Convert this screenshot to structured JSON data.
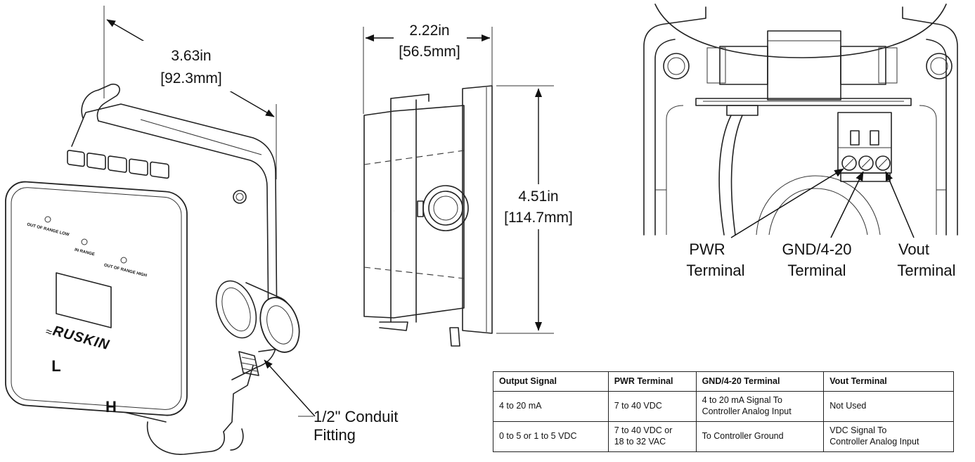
{
  "iso_view": {
    "width_dim": "3.63in",
    "width_dim_metric": "[92.3mm]",
    "led_low_label": "OUT OF RANGE LOW",
    "led_in_label": "IN RANGE",
    "led_high_label": "OUT OF RANGE HIGH",
    "brand": "RUSKIN",
    "port_low": "L",
    "port_high": "H",
    "conduit_callout_line1": "1/2\" Conduit",
    "conduit_callout_line2": "Fitting"
  },
  "side_view": {
    "depth_dim": "2.22in",
    "depth_dim_metric": "[56.5mm]",
    "height_dim": "4.51in",
    "height_dim_metric": "[114.7mm]"
  },
  "terminal_view": {
    "pwr_line1": "PWR",
    "pwr_line2": "Terminal",
    "gnd_line1": "GND/4-20",
    "gnd_line2": "Terminal",
    "vout_line1": "Vout",
    "vout_line2": "Terminal"
  },
  "wiring_table": {
    "headers": [
      "Output Signal",
      "PWR Terminal",
      "GND/4-20 Terminal",
      "Vout Terminal"
    ],
    "rows": [
      {
        "output": "4 to 20 mA",
        "pwr": "7 to 40 VDC",
        "gnd_line1": "4 to 20 mA Signal To",
        "gnd_line2": "Controller Analog Input",
        "vout_line1": "Not Used",
        "vout_line2": ""
      },
      {
        "output": "0 to 5 or 1 to 5 VDC",
        "pwr_line1": "7 to 40 VDC or",
        "pwr_line2": "18 to 32 VAC",
        "gnd_line1": "To Controller Ground",
        "gnd_line2": "",
        "vout_line1": "VDC Signal To",
        "vout_line2": "Controller Analog Input"
      }
    ]
  },
  "colors": {
    "ink": "#222222",
    "background": "#ffffff"
  }
}
